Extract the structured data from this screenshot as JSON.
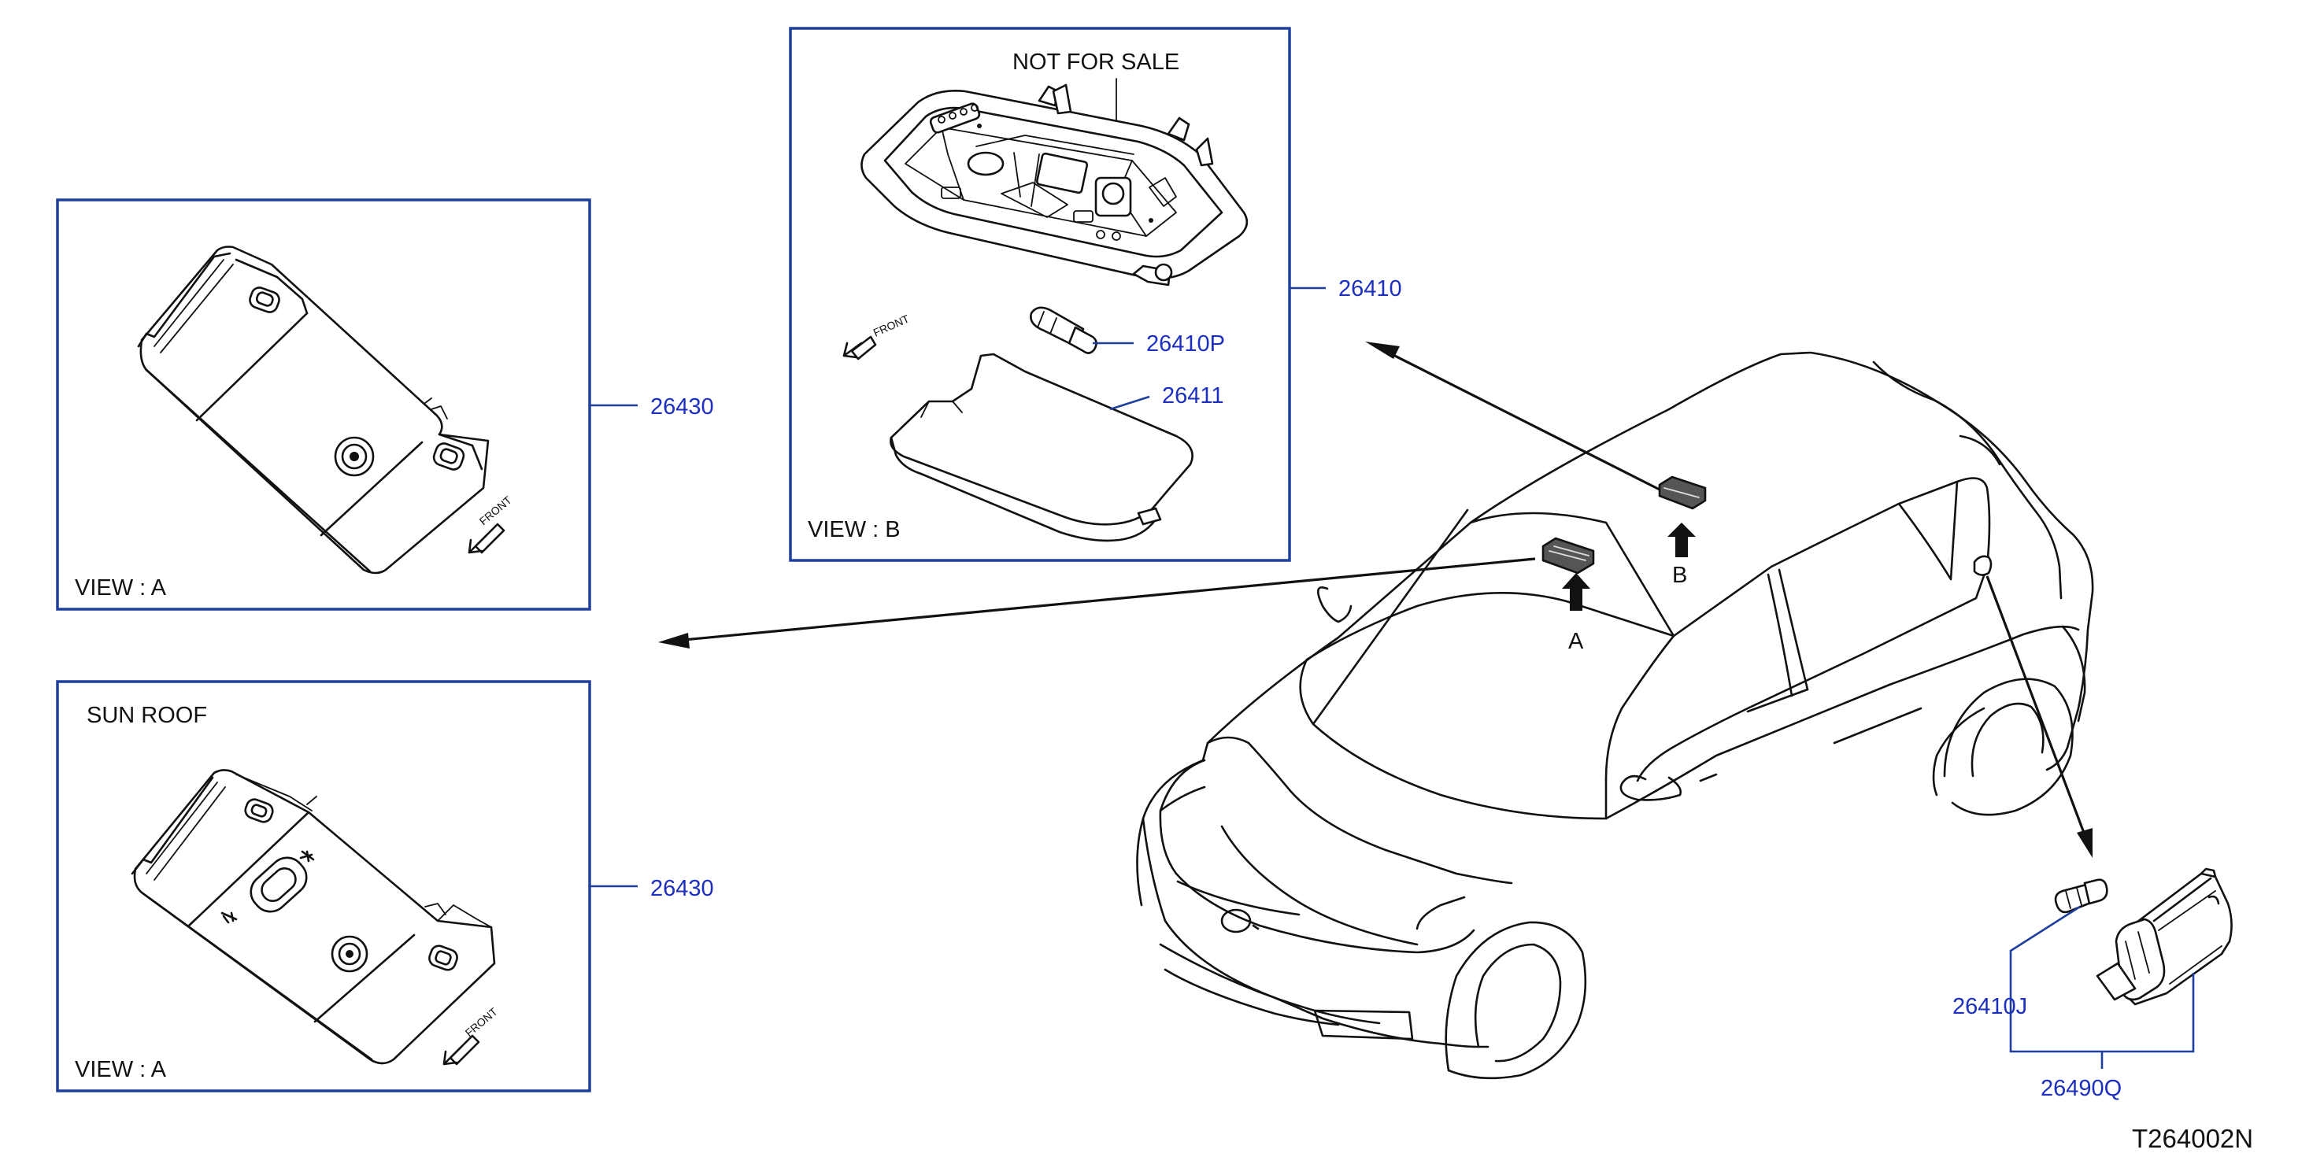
{
  "boxes": {
    "view_a": {
      "view_label": "VIEW  :  A",
      "part": "26430"
    },
    "view_a_sunroof": {
      "title": "SUN   ROOF",
      "view_label": "VIEW  :  A",
      "part": "26430"
    },
    "view_b": {
      "title": "NOT   FOR   SALE",
      "view_label": "VIEW  :  B",
      "part": "26410",
      "bulb_part": "26410P",
      "lens_part": "26411"
    }
  },
  "front_label": "FRONT",
  "markers": {
    "a": "A",
    "b": "B"
  },
  "luggage_lamp": {
    "bulb_part": "26410J",
    "assembly_part": "26490Q"
  },
  "diagram_ref": "T264002N",
  "colors": {
    "frame": "#1f3f9e",
    "part_number": "#1c2fbf",
    "ink": "#111111"
  }
}
